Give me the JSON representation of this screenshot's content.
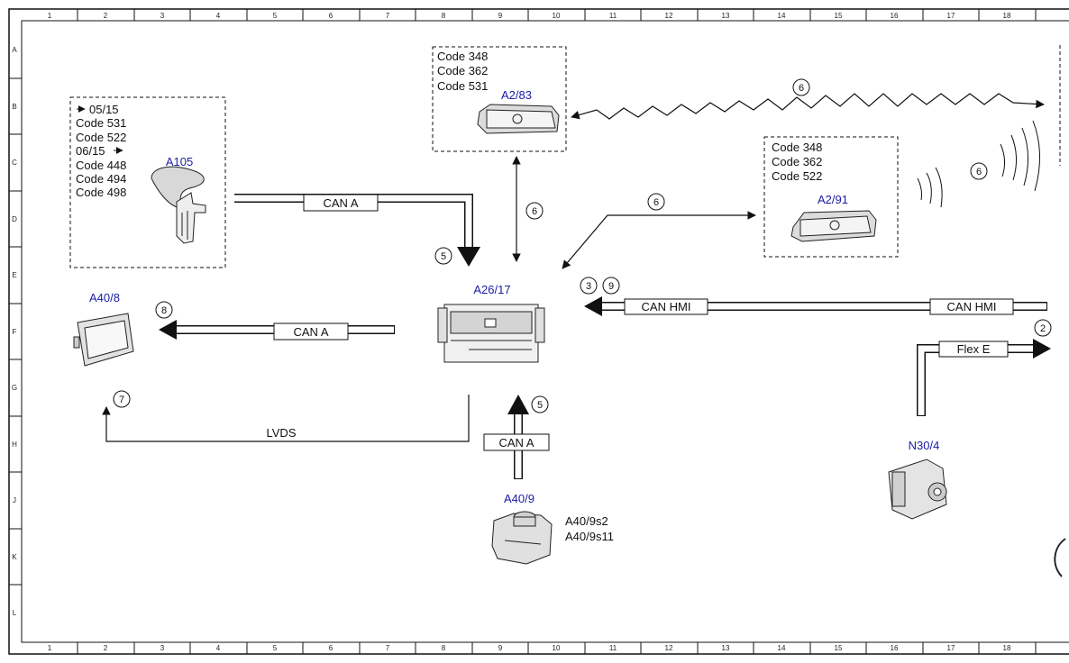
{
  "grid": {
    "columns": [
      "1",
      "2",
      "3",
      "4",
      "5",
      "6",
      "7",
      "8",
      "9",
      "10",
      "11",
      "12",
      "13",
      "14",
      "15",
      "16",
      "17",
      "18"
    ],
    "rows": [
      "A",
      "B",
      "C",
      "D",
      "E",
      "F",
      "G",
      "H",
      "J",
      "K",
      "L"
    ]
  },
  "components": {
    "a105": {
      "name": "A105",
      "notes": [
        "05/15",
        "Code 531",
        "Code 522",
        "06/15",
        "Code 448",
        "Code 494",
        "Code 498"
      ]
    },
    "a2_83": {
      "name": "A2/83",
      "codes": [
        "Code 348",
        "Code 362",
        "Code 531"
      ]
    },
    "a2_91": {
      "name": "A2/91",
      "codes": [
        "Code 348",
        "Code 362",
        "Code 522"
      ]
    },
    "a26_17": {
      "name": "A26/17"
    },
    "a40_8": {
      "name": "A40/8"
    },
    "a40_9": {
      "name": "A40/9",
      "subparts": [
        "A40/9s2",
        "A40/9s11"
      ]
    },
    "n30_4": {
      "name": "N30/4"
    }
  },
  "connections": {
    "can_a_1": "CAN A",
    "can_a_2": "CAN A",
    "can_a_3": "CAN A",
    "can_hmi_1": "CAN HMI",
    "can_hmi_2": "CAN HMI",
    "flex_e": "Flex E",
    "lvds": "LVDS"
  },
  "markers": {
    "m6_top": "6",
    "m6_right": "6",
    "m6_mid": "6",
    "m6_vert": "6",
    "m5_a": "5",
    "m5_b": "5",
    "m3": "3",
    "m9": "9",
    "m8": "8",
    "m7": "7",
    "m2": "2"
  }
}
